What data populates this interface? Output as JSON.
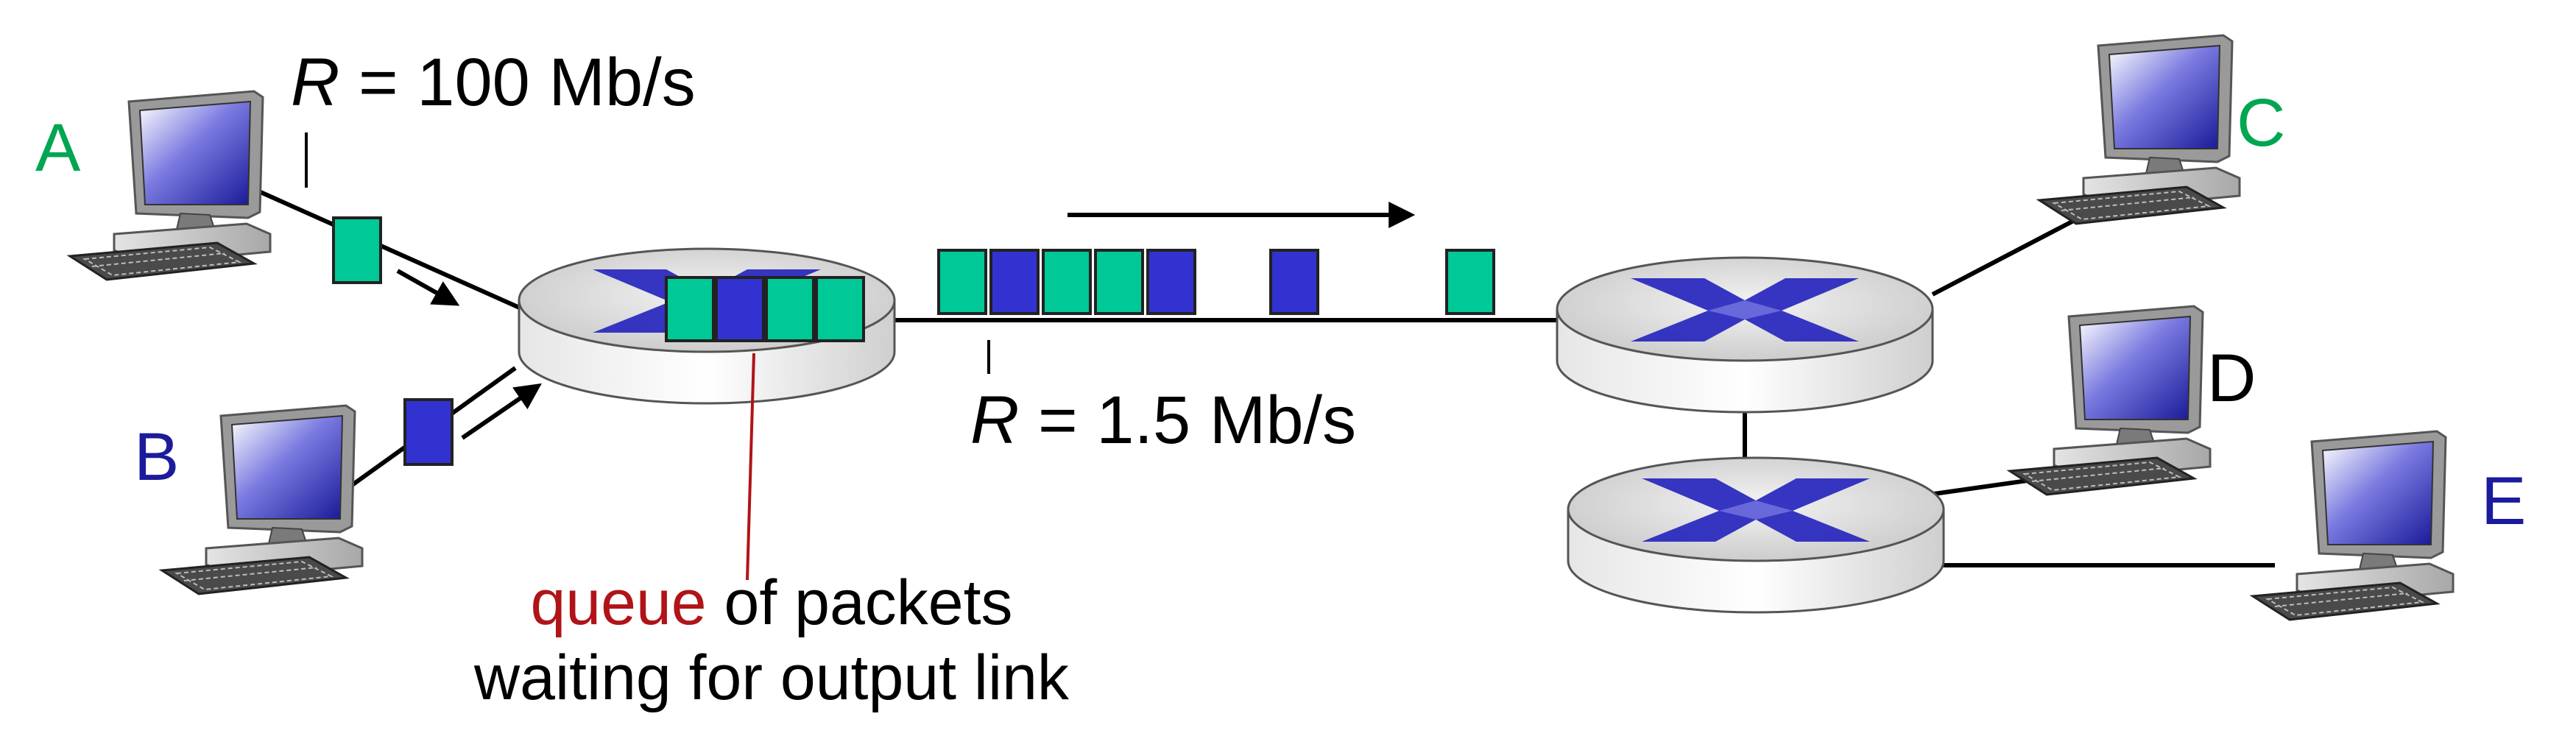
{
  "hosts": {
    "a": "A",
    "b": "B",
    "c": "C",
    "d": "D",
    "e": "E"
  },
  "links": {
    "access_rate_var": "R",
    "access_rate_value": " = 100 Mb/s",
    "bottleneck_rate_var": "R",
    "bottleneck_rate_value": " = 1.5 Mb/s"
  },
  "caption": {
    "queue_word": "queue",
    "line1_rest": " of packets",
    "line2": "waiting for output link"
  },
  "colors": {
    "green_label": "#00a651",
    "blue_label": "#1b1b9c",
    "queue_red": "#b01418",
    "green_packet": "#00c896",
    "blue_packet": "#3232d0"
  },
  "icons": [
    "computer-icon",
    "router-icon",
    "packet-icon",
    "arrow-icon"
  ]
}
